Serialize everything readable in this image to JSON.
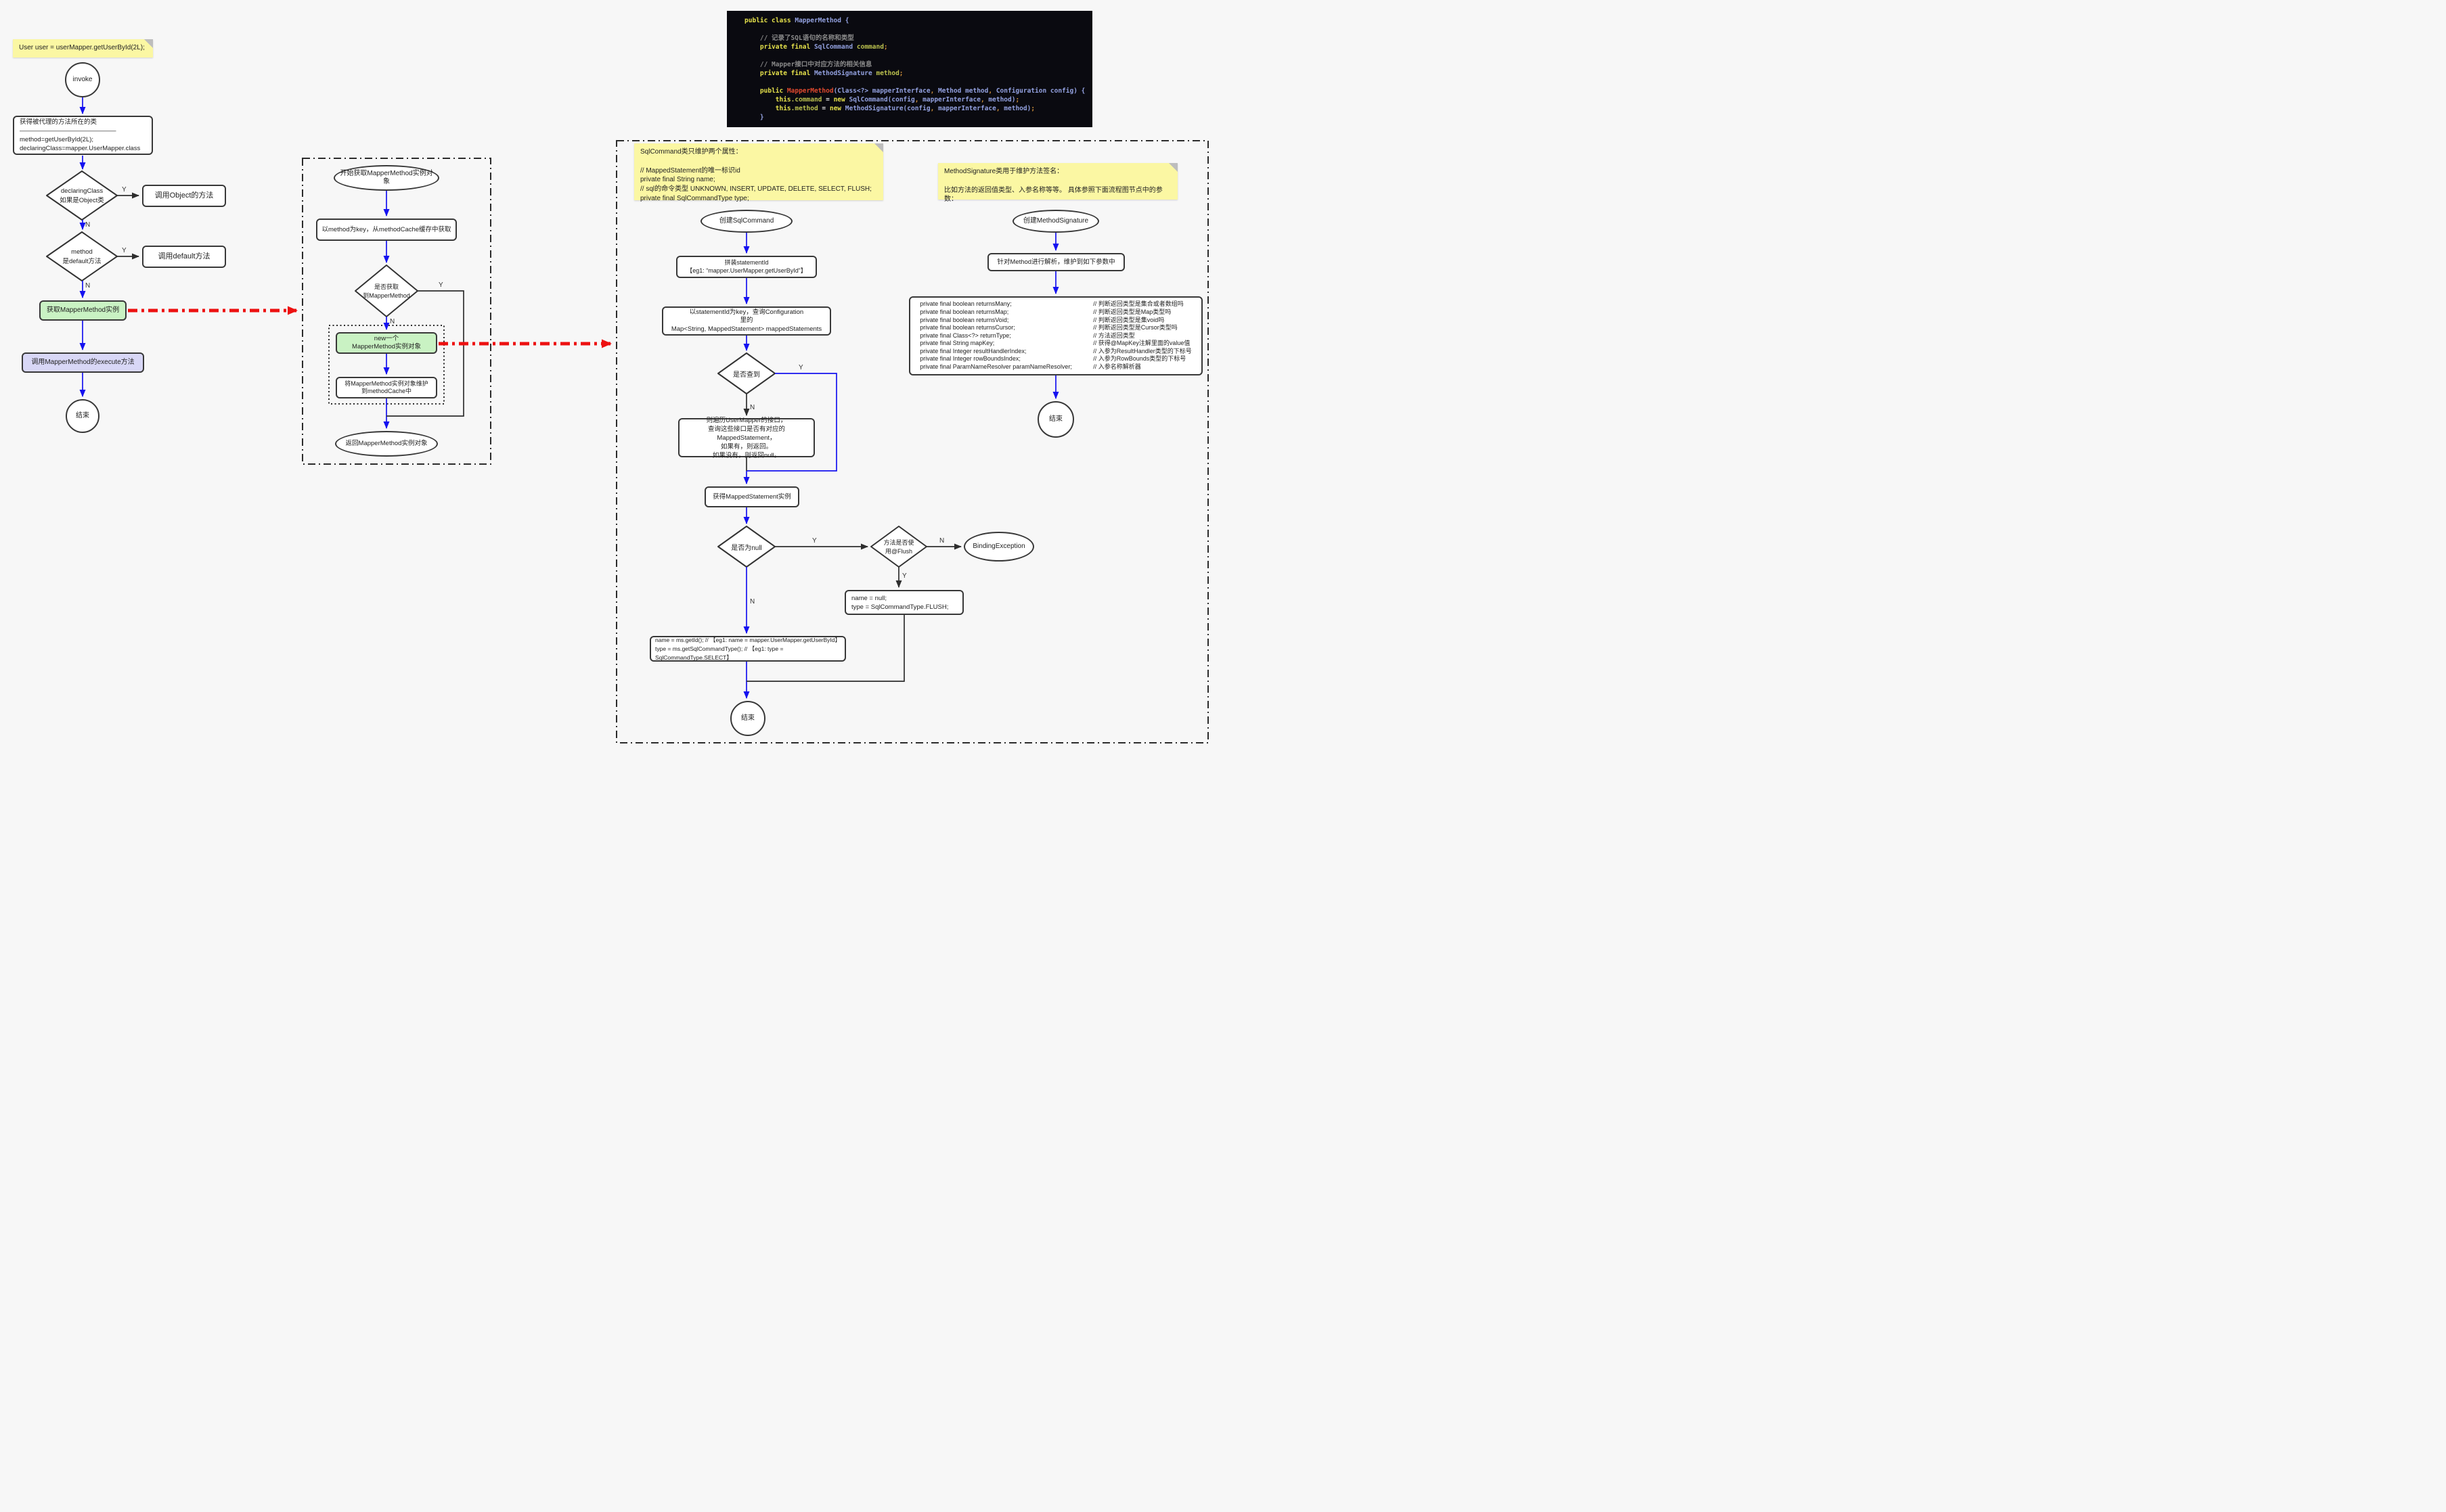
{
  "labels": {
    "yes": "Y",
    "no": "N"
  },
  "sticky_notes": {
    "call": "User user = userMapper.getUserById(2L);",
    "sqlcommand": "SqlCommand类只维护两个属性：\n\n// MappedStatement的唯一标识id\nprivate final String name;\n// sql的命令类型 UNKNOWN, INSERT, UPDATE, DELETE, SELECT, FLUSH;\nprivate final SqlCommandType type;",
    "methodsignature": "MethodSignature类用于维护方法签名：\n\n比如方法的返回值类型、入参名称等等。 具体参照下面流程图节点中的参数："
  },
  "code": {
    "lines": [
      [
        [
          "k",
          "public class "
        ],
        [
          "t",
          "MapperMethod {"
        ]
      ],
      [
        [
          "t",
          ""
        ]
      ],
      [
        [
          "c",
          "    // 记录了SQL语句的名称和类型"
        ]
      ],
      [
        [
          "k",
          "    private final "
        ],
        [
          "t",
          "SqlCommand"
        ],
        [
          "m",
          " command"
        ],
        [
          "p",
          ";"
        ]
      ],
      [
        [
          "t",
          ""
        ]
      ],
      [
        [
          "c",
          "    // Mapper接口中对应方法的相关信息"
        ]
      ],
      [
        [
          "k",
          "    private final "
        ],
        [
          "t",
          "MethodSignature"
        ],
        [
          "m",
          " method"
        ],
        [
          "p",
          ";"
        ]
      ],
      [
        [
          "t",
          ""
        ]
      ],
      [
        [
          "k",
          "    public "
        ],
        [
          "rr",
          "MapperMethod"
        ],
        [
          "t",
          "(Class<?> mapperInterface"
        ],
        [
          "p",
          ","
        ],
        [
          "t",
          " Method method"
        ],
        [
          "p",
          ","
        ],
        [
          "t",
          " Configuration config) {"
        ]
      ],
      [
        [
          "k",
          "        this"
        ],
        [
          "m",
          ".command"
        ],
        [
          "o",
          " = "
        ],
        [
          "k",
          "new "
        ],
        [
          "t",
          "SqlCommand(config"
        ],
        [
          "p",
          ","
        ],
        [
          "t",
          " mapperInterface"
        ],
        [
          "p",
          ","
        ],
        [
          "t",
          " method)"
        ],
        [
          "p",
          ";"
        ]
      ],
      [
        [
          "k",
          "        this"
        ],
        [
          "m",
          ".method"
        ],
        [
          "o",
          " = "
        ],
        [
          "k",
          "new "
        ],
        [
          "t",
          "MethodSignature(config"
        ],
        [
          "p",
          ","
        ],
        [
          "t",
          " mapperInterface"
        ],
        [
          "p",
          ","
        ],
        [
          "t",
          " method)"
        ],
        [
          "p",
          ";"
        ]
      ],
      [
        [
          "t",
          "    }"
        ]
      ]
    ]
  },
  "left_flow": {
    "invoke": "invoke",
    "get_class": "获得被代理的方法所在的类\n———————————————\nmethod=getUserById(2L);\ndeclaringClass=mapper.UserMapper.class",
    "is_object": "declaringClass\n如果是Object类",
    "call_object": "调用Object的方法",
    "is_default": "method\n是default方法",
    "call_default": "调用default方法",
    "get_mapper_method": "获取MapperMethod实例",
    "call_execute": "调用MapperMethod的execute方法",
    "end": "结束"
  },
  "middle_flow": {
    "start": "开始获取MapperMethod实例对象",
    "cache_get": "以method为key，从methodCache缓存中获取",
    "found": "是否获取\n到MapperMethod",
    "new_instance": "new一个\nMapperMethod实例对象",
    "cache_put": "将MapperMethod实例对象维护\n到methodCache中",
    "return": "返回MapperMethod实例对象"
  },
  "right_flow": {
    "create_sqlcommand": "创建SqlCommand",
    "build_statement_id": "拼装statementId\n【eg1: “mapper.UserMapper.getUserById”】",
    "query_configuration": "以statementId为key，查询Configuration\n里的\nMap<String, MappedStatement> mappedStatements",
    "found": "是否查到",
    "traverse": "则遍历UserMapper的接口，\n查询这些接口是否有对应的MappedStatement，\n如果有，则返回。\n如果没有，则返回null。",
    "get_mapped_statement": "获得MappedStatement实例",
    "is_null": "是否为null",
    "use_flush": "方法是否使\n用@Flush",
    "binding_exception": "BindingException",
    "flush_assign": "name = null;\ntype = SqlCommandType.FLUSH;",
    "assign": "name = ms.getId(); // 【eg1: name = mapper.UserMapper.getUserById】\ntype = ms.getSqlCommandType(); // 【eg1: type = SqlCommandType.SELECT】",
    "end_sql": "结束",
    "create_methodsignature": "创建MethodSignature",
    "parse_method": "针对Method进行解析，维护到如下参数中",
    "signature_fields": [
      {
        "decl": "private final boolean returnsMany;",
        "note": "// 判断返回类型是集合或者数组吗"
      },
      {
        "decl": "private final boolean returnsMap;",
        "note": "// 判断返回类型是Map类型吗"
      },
      {
        "decl": "private final boolean returnsVoid;",
        "note": "// 判断返回类型是集void吗"
      },
      {
        "decl": "private final boolean returnsCursor;",
        "note": "// 判断返回类型是Cursor类型吗"
      },
      {
        "decl": "private final Class<?> returnType;",
        "note": "// 方法返回类型"
      },
      {
        "decl": "private final String mapKey;",
        "note": "// 获得@MapKey注解里面的value值"
      },
      {
        "decl": "private final Integer resultHandlerIndex;",
        "note": "// 入参为ResultHandler类型的下标号"
      },
      {
        "decl": "private final Integer rowBoundsIndex;",
        "note": "// 入参为RowBounds类型的下标号"
      },
      {
        "decl": "private final ParamNameResolver paramNameResolver;",
        "note": "// 入参名称解析器"
      }
    ],
    "end_sig": "结束"
  }
}
